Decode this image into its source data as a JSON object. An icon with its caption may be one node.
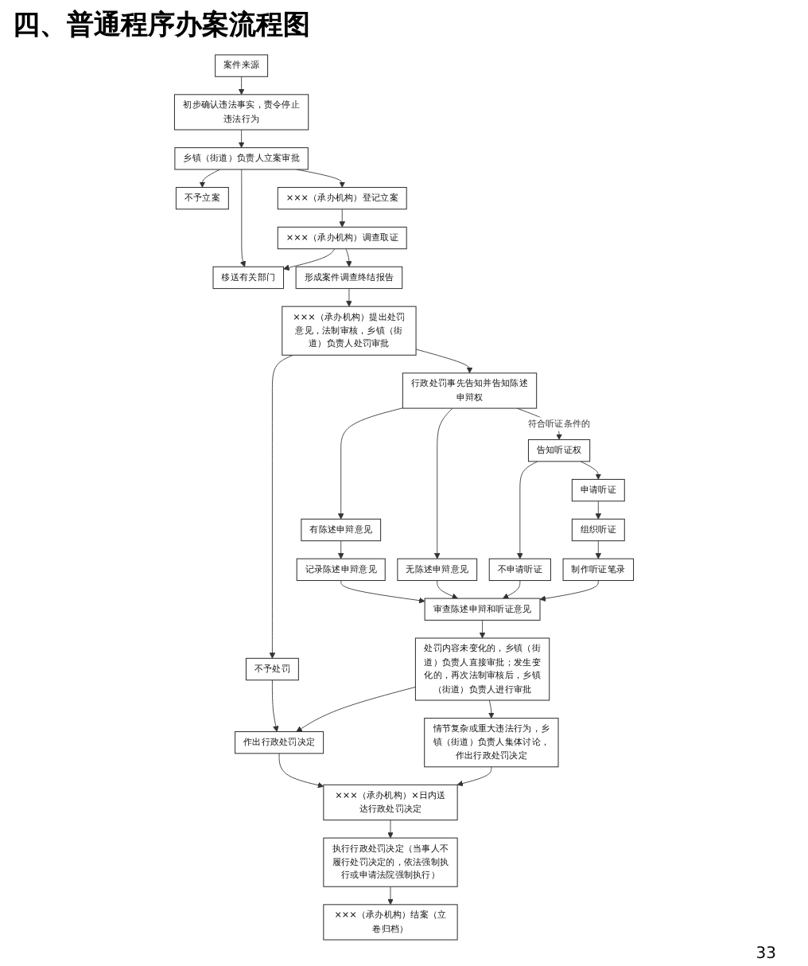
{
  "diagram": {
    "title": "四、普通程序办案流程图",
    "nodes": [
      {
        "text": [
          "案件来源"
        ]
      },
      {
        "text": [
          "初步确认违法事实，责令停止违法行为"
        ]
      },
      {
        "text": [
          "乡镇（街道）负责人立案审批"
        ]
      },
      {
        "text": [
          "不予立案"
        ]
      },
      {
        "text": [
          "×××（承办机构）登记立案"
        ]
      },
      {
        "text": [
          "×××（承办机构）调查取证"
        ]
      },
      {
        "text": [
          "移送有关部门"
        ]
      },
      {
        "text": [
          "形成案件调查终结报告"
        ]
      },
      {
        "text": [
          "×××（承办机构）提出处罚意见，法制审核，乡镇（街道）负责人处罚审批"
        ]
      },
      {
        "text": [
          "不予处罚"
        ]
      },
      {
        "text": [
          "行政处罚事先告知并告知陈述申辩权"
        ]
      },
      {
        "text": [
          "告知听证权"
        ]
      },
      {
        "text": [
          "有陈述申辩意见"
        ]
      },
      {
        "text": [
          "无陈述申辩意见"
        ]
      },
      {
        "text": [
          "不申请听证"
        ]
      },
      {
        "text": [
          "申请听证"
        ]
      },
      {
        "text": [
          "记录陈述申辩意见"
        ]
      },
      {
        "text": [
          "审查陈述申辩和听证意见"
        ]
      },
      {
        "text": [
          "组织听证"
        ]
      },
      {
        "text": [
          "制作听证笔录"
        ]
      },
      {
        "text": [
          "处罚内容未变化的，乡镇（街道）负责人直接审批；发生变化的，再次法制审核后，乡镇（街道）负责人进行审批"
        ]
      },
      {
        "text": [
          "作出行政处罚决定"
        ]
      },
      {
        "text": [
          "情节复杂或重大违法行为，乡镇（街道）负责人集体讨论，作出行政处罚决定"
        ]
      },
      {
        "text": [
          "×××（承办机构）×日内送达行政处罚决定"
        ]
      },
      {
        "text": [
          "执行行政处罚决定（当事人不履行处罚决定的，依法强制执行或申请法院强制执行）"
        ]
      },
      {
        "text": [
          "×××（承办机构）结案（立卷归档）"
        ]
      }
    ],
    "edges": [
      {
        "from": 0,
        "to": 1,
        "arrow": "to"
      },
      {
        "from": 1,
        "to": 2,
        "arrow": "to"
      },
      {
        "from": 2,
        "to": 3,
        "arrow": "to"
      },
      {
        "from": 2,
        "to": 4,
        "arrow": "to"
      },
      {
        "from": 2,
        "to": 6,
        "arrow": "to"
      },
      {
        "from": 4,
        "to": 5,
        "arrow": "to"
      },
      {
        "from": 5,
        "to": 6,
        "arrow": "to"
      },
      {
        "from": 5,
        "to": 7,
        "arrow": "to"
      },
      {
        "from": 7,
        "to": 8,
        "arrow": "to"
      },
      {
        "from": 8,
        "to": 9,
        "arrow": "to"
      },
      {
        "from": 8,
        "to": 10,
        "arrow": "to"
      },
      {
        "from": 10,
        "to": 11,
        "arrow": "to",
        "label": "符合听证条件的"
      },
      {
        "from": 10,
        "to": 12,
        "arrow": "to"
      },
      {
        "from": 10,
        "to": 13,
        "arrow": "to"
      },
      {
        "from": 11,
        "to": 14,
        "arrow": "to"
      },
      {
        "from": 11,
        "to": 15,
        "arrow": "to"
      },
      {
        "from": 12,
        "to": 16,
        "arrow": "to"
      },
      {
        "from": 16,
        "to": 17,
        "arrow": "to"
      },
      {
        "from": 13,
        "to": 17,
        "arrow": "to"
      },
      {
        "from": 14,
        "to": 17,
        "arrow": "to"
      },
      {
        "from": 15,
        "to": 18,
        "arrow": "to"
      },
      {
        "from": 18,
        "to": 19,
        "arrow": "to"
      },
      {
        "from": 19,
        "to": 17,
        "arrow": "to"
      },
      {
        "from": 17,
        "to": 20,
        "arrow": "to"
      },
      {
        "from": 9,
        "to": 21,
        "arrow": "to"
      },
      {
        "from": 20,
        "to": 21,
        "arrow": "to"
      },
      {
        "from": 20,
        "to": 22,
        "arrow": "to"
      },
      {
        "from": 21,
        "to": 23,
        "arrow": "to"
      },
      {
        "from": 22,
        "to": 23,
        "arrow": "to"
      },
      {
        "from": 23,
        "to": 24,
        "arrow": "to"
      },
      {
        "from": 24,
        "to": 25,
        "arrow": "to"
      }
    ],
    "labels": [
      "33"
    ]
  }
}
